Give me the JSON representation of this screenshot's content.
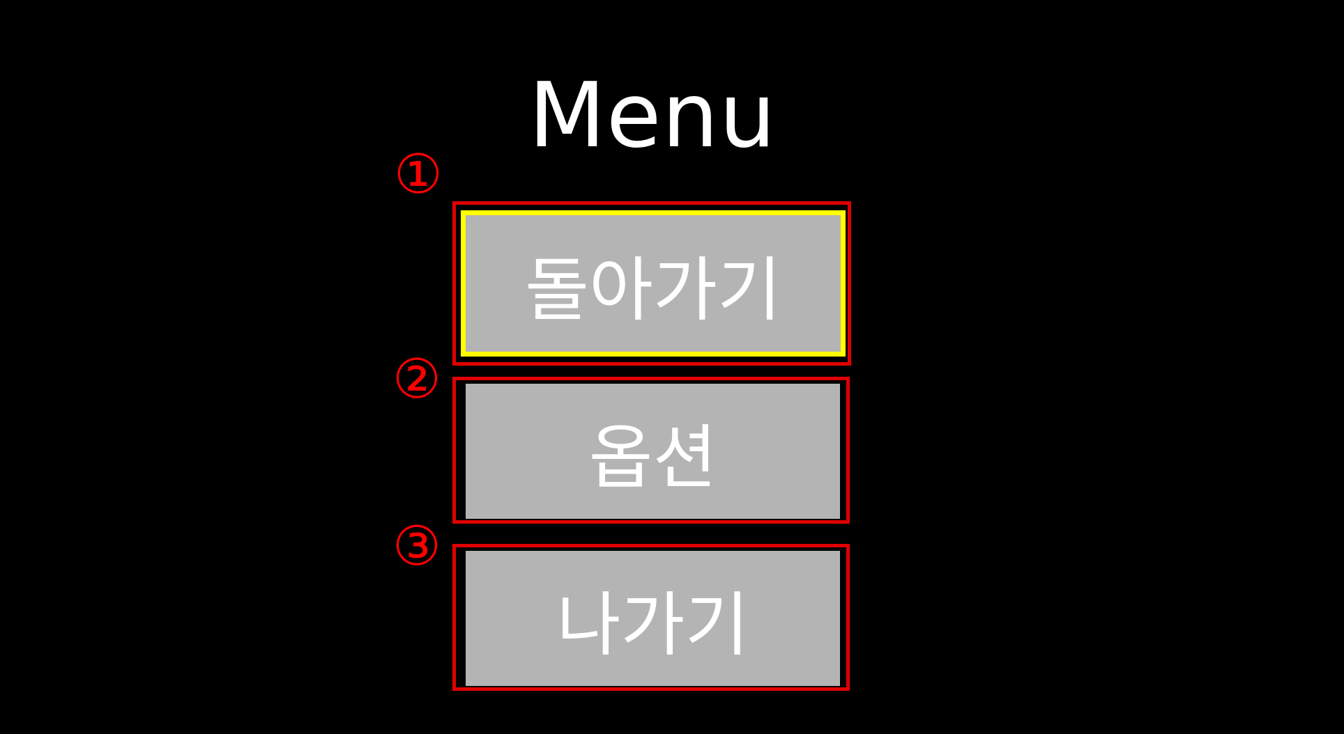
{
  "menu": {
    "title": "Menu",
    "items": [
      {
        "marker": "1",
        "label": "돌아가기",
        "selected": true
      },
      {
        "marker": "2",
        "label": "옵션",
        "selected": false
      },
      {
        "marker": "3",
        "label": "나가기",
        "selected": false
      }
    ]
  },
  "colors": {
    "background": "#000000",
    "button": "#b4b4b4",
    "selection": "#ffff00",
    "annotation": "#ff0000",
    "text": "#ffffff"
  }
}
